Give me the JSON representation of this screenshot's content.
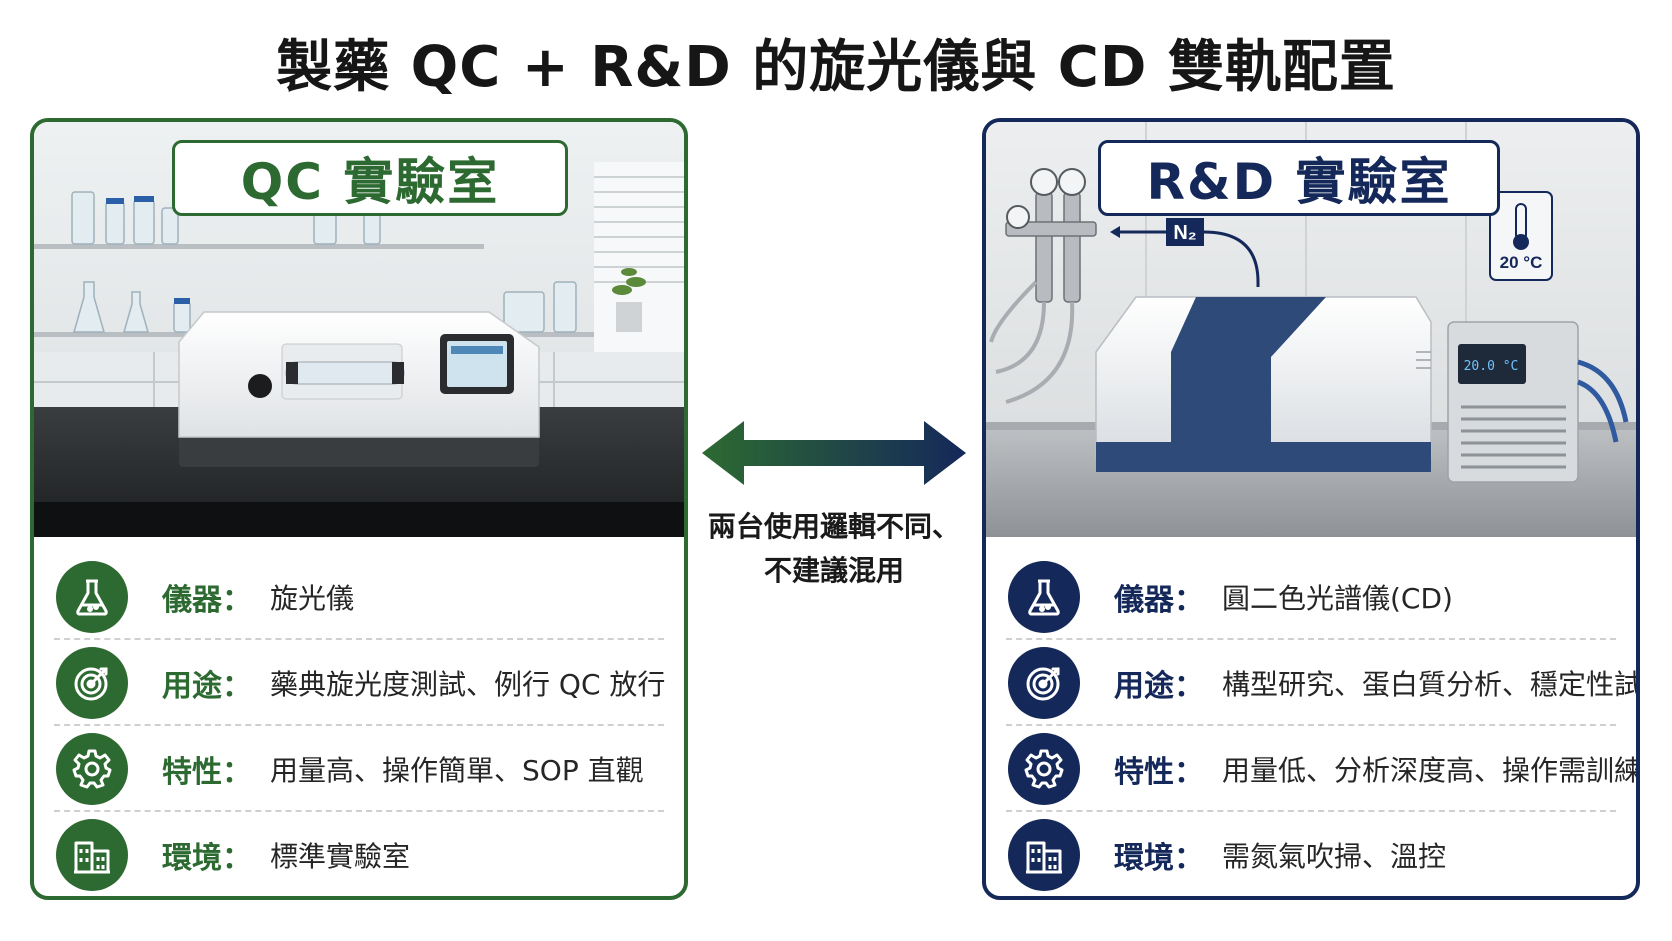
{
  "title": "製藥 QC + R&D 的旋光儀與 CD 雙軌配置",
  "colors": {
    "qc_accent": "#2d6a31",
    "rd_accent": "#15285a"
  },
  "qc": {
    "label": "QC 實驗室",
    "rows": [
      {
        "icon": "flask-icon",
        "key": "儀器：",
        "value": "旋光儀"
      },
      {
        "icon": "target-icon",
        "key": "用途：",
        "value": "藥典旋光度測試、例行 QC 放行"
      },
      {
        "icon": "gear-icon",
        "key": "特性：",
        "value": "用量高、操作簡單、SOP 直觀"
      },
      {
        "icon": "building-icon",
        "key": "環境：",
        "value": "標準實驗室"
      }
    ]
  },
  "rd": {
    "label": "R&D 實驗室",
    "gas_tag": "N₂",
    "temp_tag": "20 °C",
    "chiller_display": "20.0 °C",
    "rows": [
      {
        "icon": "flask-icon",
        "key": "儀器：",
        "value": "圓二色光譜儀(CD)"
      },
      {
        "icon": "target-icon",
        "key": "用途：",
        "value": "構型研究、蛋白質分析、穩定性試驗"
      },
      {
        "icon": "gear-icon",
        "key": "特性：",
        "value": "用量低、分析深度高、操作需訓練"
      },
      {
        "icon": "building-icon",
        "key": "環境：",
        "value": "需氮氣吹掃、溫控"
      }
    ]
  },
  "middle_note": [
    "兩台使用邏輯不同、",
    "不建議混用"
  ]
}
